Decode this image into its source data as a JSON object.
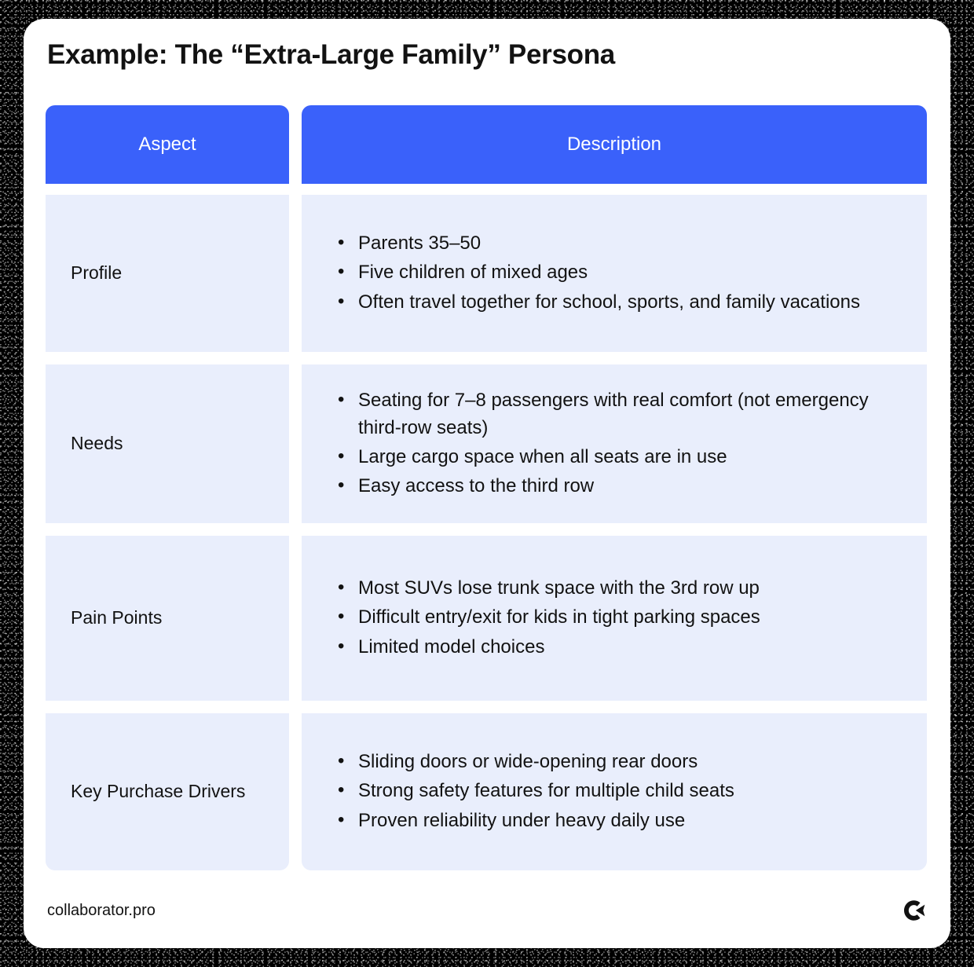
{
  "page": {
    "title": "Example: The “Extra-Large Family” Persona",
    "background_color": "#000000",
    "card_color": "#ffffff"
  },
  "colors": {
    "header_blue": "#3a61fa",
    "cell_light_blue": "#e9eefc",
    "text": "#121212",
    "header_text": "#ffffff"
  },
  "table": {
    "headers": {
      "aspect": "Aspect",
      "description": "Description"
    },
    "rows": [
      {
        "aspect": "Profile",
        "bullets": [
          "Parents 35–50",
          "Five children of mixed ages",
          "Often travel together for school, sports, and family vacations"
        ]
      },
      {
        "aspect": "Needs",
        "bullets": [
          "Seating for 7–8 passengers with real comfort (not emergency third-row seats)",
          "Large cargo space when all seats are in use",
          "Easy access to the third row"
        ]
      },
      {
        "aspect": "Pain Points",
        "bullets": [
          "Most SUVs lose trunk space with the 3rd row up",
          "Difficult entry/exit for kids in tight parking spaces",
          "Limited model choices"
        ]
      },
      {
        "aspect": "Key Purchase Drivers",
        "bullets": [
          "Sliding doors or wide-opening rear doors",
          "Strong safety features for multiple child seats",
          "Proven reliability under heavy daily use"
        ]
      }
    ]
  },
  "footer": {
    "url": "collaborator.pro",
    "logo_icon": "collaborator-logo-icon"
  }
}
